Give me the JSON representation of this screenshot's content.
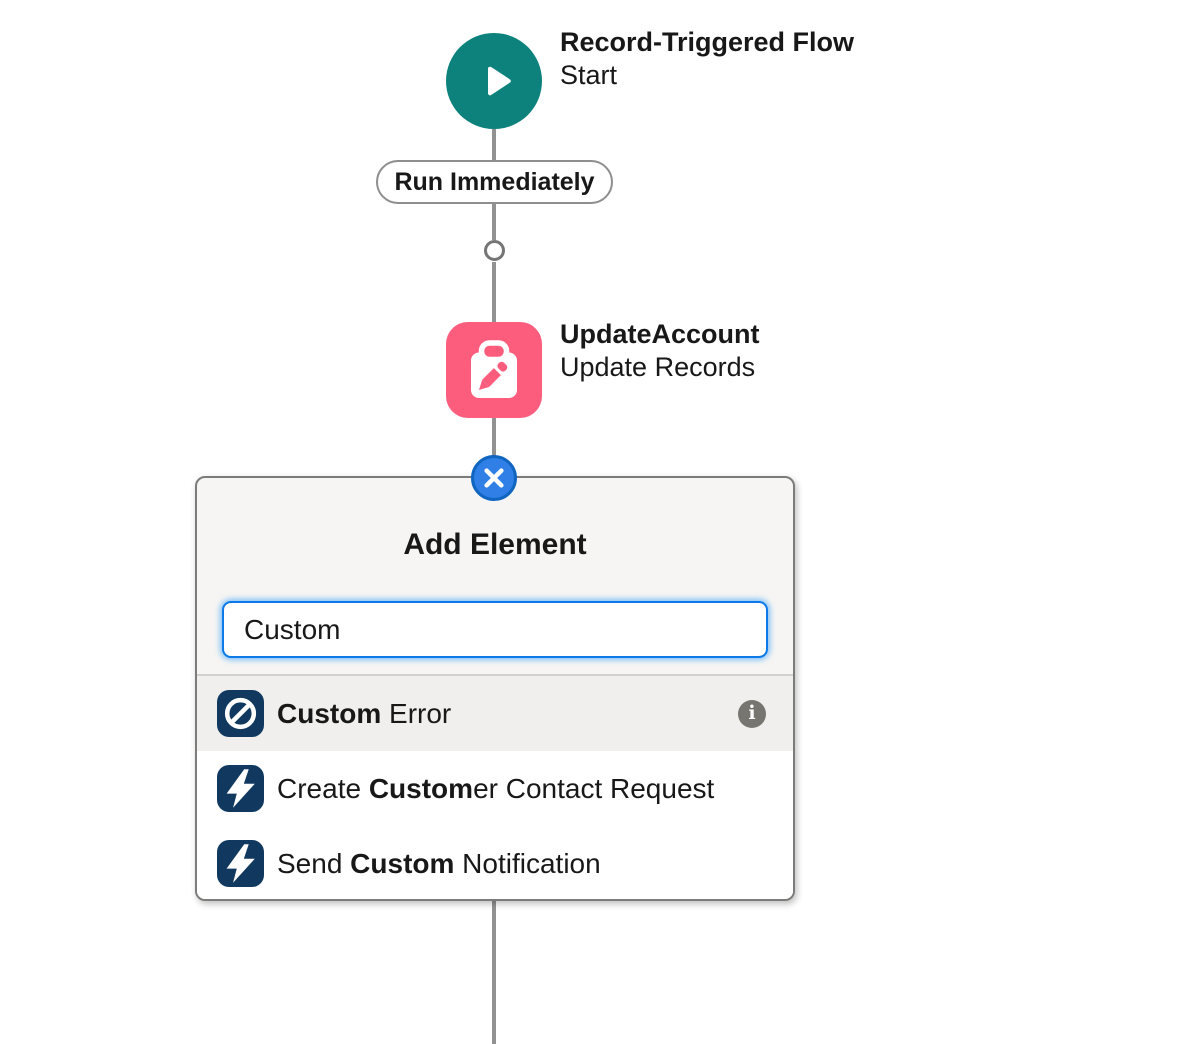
{
  "flow": {
    "start": {
      "title": "Record-Triggered Flow",
      "subtitle": "Start"
    },
    "trigger": {
      "label": "Run Immediately"
    },
    "update": {
      "title": "UpdateAccount",
      "subtitle": "Update Records"
    }
  },
  "popup": {
    "title": "Add Element",
    "search_value": "Custom",
    "results": [
      {
        "icon": "ban-icon",
        "segments": [
          {
            "text": "Custom",
            "bold": true
          },
          {
            "text": " Error",
            "bold": false
          }
        ],
        "info": "i",
        "highlighted": true
      },
      {
        "icon": "lightning-icon",
        "segments": [
          {
            "text": "Create ",
            "bold": false
          },
          {
            "text": "Custom",
            "bold": true
          },
          {
            "text": "er Contact Request",
            "bold": false
          }
        ],
        "highlighted": false
      },
      {
        "icon": "lightning-icon",
        "segments": [
          {
            "text": "Send ",
            "bold": false
          },
          {
            "text": "Custom",
            "bold": true
          },
          {
            "text": " Notification",
            "bold": false
          }
        ],
        "highlighted": false
      }
    ]
  },
  "colors": {
    "start_teal": "#0d827d",
    "update_pink": "#fc5d7d",
    "action_navy": "#11395f",
    "close_blue_fill": "#2f7fe6",
    "close_blue_ring": "#1065c1",
    "search_focus_blue": "#0d79e8",
    "connector_gray": "#929292",
    "info_gray": "#77756f",
    "popup_bg": "#f6f5f3",
    "row_highlight_bg": "#f0efed"
  }
}
